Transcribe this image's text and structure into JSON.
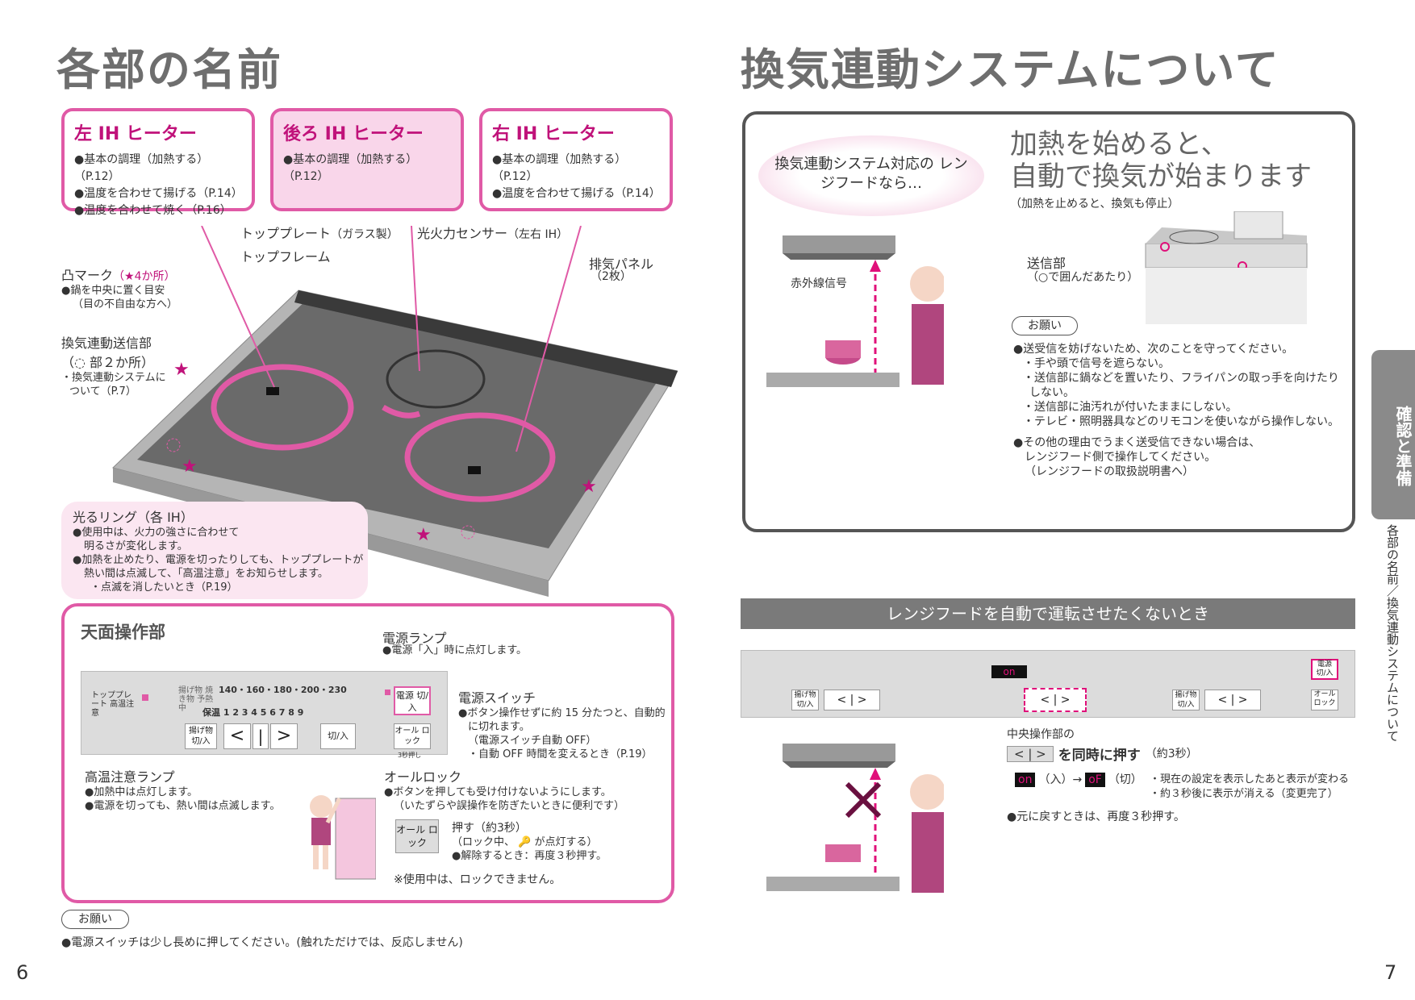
{
  "left": {
    "title": "各部の名前",
    "cards": [
      {
        "title": "左 IH ヒーター",
        "lines": [
          "●基本の調理（加熱する）（P.12）",
          "●温度を合わせて揚げる（P.14）",
          "●温度を合わせて焼く（P.16）"
        ]
      },
      {
        "title": "後ろ IH ヒーター",
        "lines": [
          "●基本の調理（加熱する）（P.12）"
        ]
      },
      {
        "title": "右 IH ヒーター",
        "lines": [
          "●基本の調理（加熱する）（P.12）",
          "●温度を合わせて揚げる（P.14）"
        ]
      }
    ],
    "labels": {
      "top_plate": "トッププレート",
      "top_plate_note": "（ガラス製）",
      "top_frame": "トップフレーム",
      "sensor": "光火力センサー",
      "sensor_note": "（左右 IH）",
      "exhaust": "排気パネル",
      "exhaust_note": "（2枚）",
      "bump": "凸マーク",
      "bump_note": "（★4か所）",
      "bump_desc1": "●鍋を中央に置く目安",
      "bump_desc2": "（目の不自由な方へ）",
      "vent_sender": "換気連動送信部",
      "vent_sender2": "（◌ 部２か所）",
      "vent_sender3": "・換気連動システムに",
      "vent_sender4": "ついて（P.7）",
      "ring": "光るリング（各 IH）",
      "ring_lines": [
        "●使用中は、火力の強さに合わせて",
        "明るさが変化します。",
        "●加熱を止めたり、電源を切ったりしても、トッププレートが",
        "熱い間は点滅して、「高温注意」をお知らせします。",
        "・点滅を消したいとき（P.19）"
      ]
    },
    "panel_section": {
      "title": "天面操作部",
      "power_lamp": "電源ランプ",
      "power_lamp_desc": "●電源「入」時に点灯します。",
      "power_switch": "電源スイッチ",
      "power_switch_lines": [
        "●ボタン操作せずに約 15 分たつと、自動的",
        "に切れます。",
        "（電源スイッチ自動 OFF）",
        "・自動 OFF 時間を変えるとき（P.19）"
      ],
      "hot_lamp": "高温注意ランプ",
      "hot_lamp_lines": [
        "●加熱中は点灯します。",
        "●電源を切っても、熱い間は点滅します。"
      ],
      "all_lock": "オールロック",
      "all_lock_lines": [
        "●ボタンを押しても受け付けないようにします。",
        "（いたずらや誤操作を防ぎたいときに便利です）"
      ],
      "press": "押す（約3秒）",
      "press_lines": [
        "（ロック中、 🔑 が点灯する）",
        "●解除するとき：再度３秒押す。"
      ],
      "note": "※使用中は、ロックできません。",
      "panel_text": {
        "hot": "トッププレート 高温注意",
        "temps": "140・160・180・200・230",
        "rows": "揚げ物 焼き物 予熱中",
        "hold": "保温 1 2 3 4 5 6 7 8 9",
        "fry_btn": "揚げ物 切/入",
        "lt": "<",
        "bar": "|",
        "gt": ">",
        "heat_btn": "切/入",
        "power_btn": "電源 切/入",
        "lock_btn": "オール ロック",
        "lock_sub": "3秒押し"
      }
    },
    "onegai": "お願い",
    "onegai_note": "●電源スイッチは少し長めに押してください。(触れただけでは、反応しません)",
    "page": "6"
  },
  "right": {
    "title": "換気連動システムについて",
    "bubble": "換気連動システム対応の レンジフードなら…",
    "headline1": "加熱を始めると、",
    "headline2": "自動で換気が始まります",
    "sub": "（加熱を止めると、換気も停止）",
    "ir_signal": "赤外線信号",
    "sender": "送信部",
    "sender_note": "（○で囲んだあたり）",
    "onegai": "お願い",
    "rules": [
      "●送受信を妨げないため、次のことを守ってください。",
      "・手や頭で信号を遮らない。",
      "・送信部に鍋などを置いたり、フライパンの取っ手を向けたり",
      "しない。",
      "・送信部に油汚れが付いたままにしない。",
      "・テレビ・照明器具などのリモコンを使いながら操作しない。",
      "●その他の理由でうまく送受信できない場合は、",
      "レンジフード側で操作してください。",
      "（レンジフードの取扱説明書へ）"
    ],
    "bar_title": "レンジフードを自動で運転させたくないとき",
    "center_label": "中央操作部の",
    "press_both": "を同時に押す",
    "press_both_note": "（約3秒）",
    "lt_gt": "< | >",
    "on": "on",
    "on_note": "（入）→",
    "off": "oF",
    "off_note": "（切）",
    "result1": "・現在の設定を表示したあと表示が変わる",
    "result2": "・約３秒後に表示が消える（変更完了）",
    "restore": "●元に戻すときは、再度３秒押す。",
    "side_tab": "確認と準備",
    "side_text": "各部の名前／換気連動システムについて",
    "page": "7"
  },
  "colors": {
    "accent": "#e05aa6",
    "accent_dark": "#c0127a",
    "gray": "#7a7a7a"
  }
}
